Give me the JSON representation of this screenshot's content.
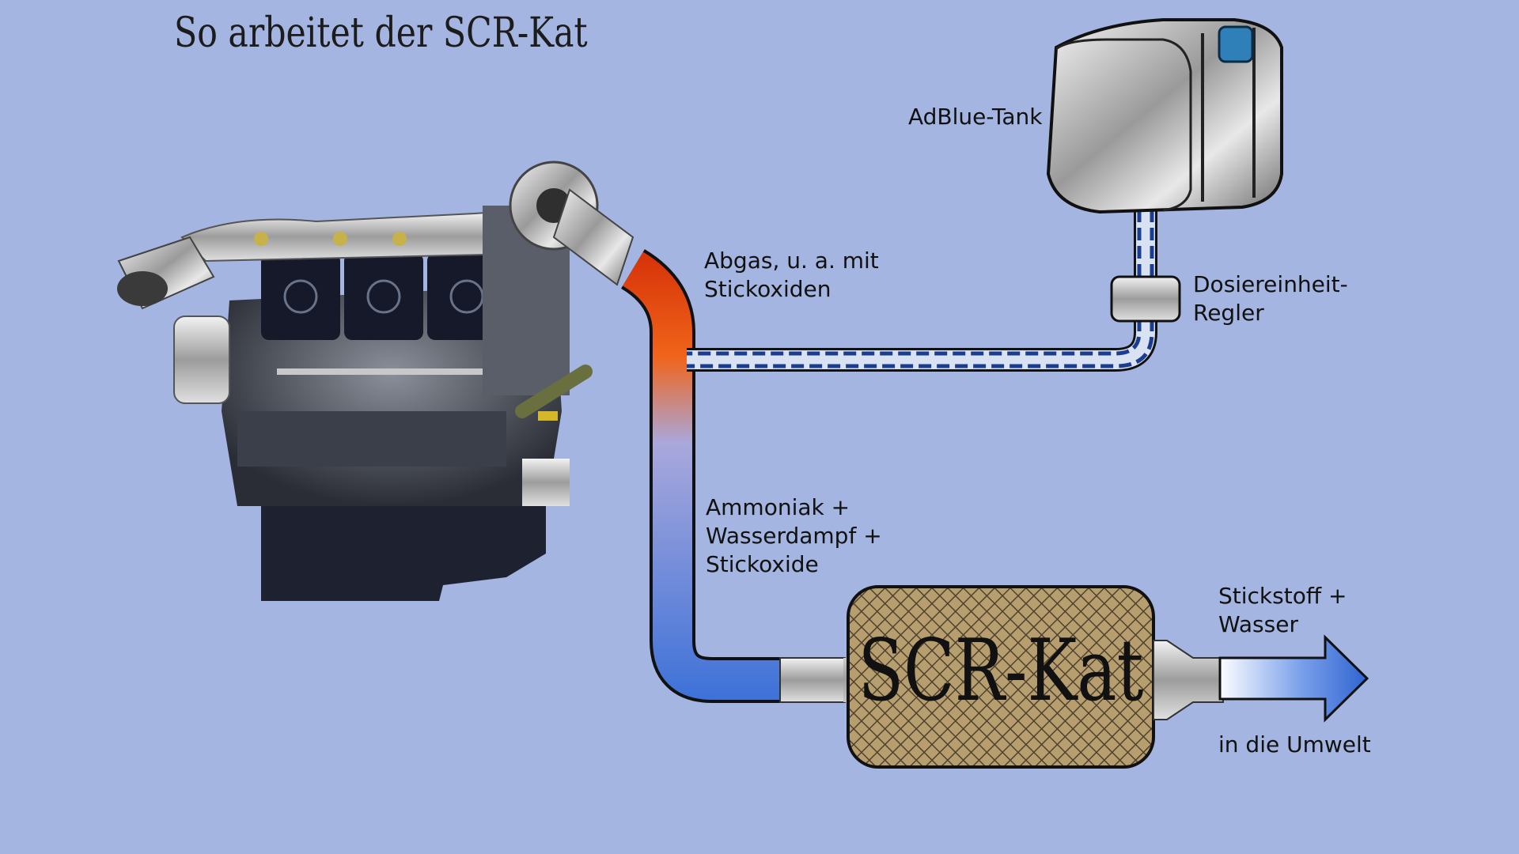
{
  "title": "So arbeitet der SCR-Kat",
  "labels": {
    "adblue_tank": "AdBlue-Tank",
    "abgas_line1": "Abgas, u. a. mit",
    "abgas_line2": "Stickoxiden",
    "dosier_line1": "Dosiereinheit-",
    "dosier_line2": "Regler",
    "mix_line1": "Ammoniak +",
    "mix_line2": "Wasserdampf +",
    "mix_line3": "Stickoxide",
    "out_line1": "Stickstoff +",
    "out_line2": "Wasser",
    "environment": "in die Umwelt"
  },
  "catalyst_label": "SCR-Kat",
  "colors": {
    "background": "#a3b5e0",
    "exhaust_hot": "#e0480a",
    "exhaust_cool": "#3e6fd6",
    "adblue_line": "#1b3d8f",
    "catalyst_mesh": "#b39a6a"
  }
}
